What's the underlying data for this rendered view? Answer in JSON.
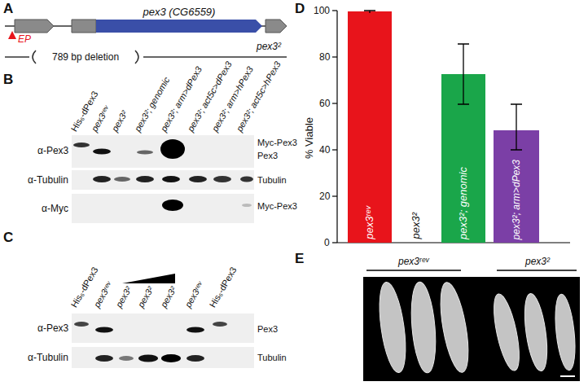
{
  "diagram": {
    "nodes": [
      {
        "text": [
          "pex3 (CG6559)"
        ]
      },
      {
        "text": [
          "pex3ʳᵉᵛ"
        ]
      },
      {
        "text": [
          "pex3²; genomic"
        ]
      },
      {
        "text": [
          "pex3²; arm>dPex3"
        ]
      }
    ],
    "labels": [
      "A",
      "EP",
      "789 bp deletion",
      "pex3²",
      "B",
      "His₆-dPex3",
      "pex3ʳᵉᵛ",
      "pex3²",
      "pex3²; genomic",
      "pex3²; arm>dPex3",
      "pex3²; act5c>dPex3",
      "pex3²; arm>hPex3",
      "pex3²; act5c>hPex3",
      "α-Pex3",
      "α-Tubulin",
      "α-Myc",
      "Myc-Pex3",
      "Pex3",
      "Tubulin",
      "Myc-Pex3",
      "C",
      "His₆-dPex3",
      "pex3ʳᵉᵛ",
      "pex3²",
      "pex3²",
      "pex3²",
      "pex3ʳᵉᵛ",
      "His₆-dPex3",
      "α-Pex3",
      "α-Tubulin",
      "Pex3",
      "Tubulin",
      "D",
      "% Viable",
      "0",
      "20",
      "40",
      "60",
      "80",
      "100",
      "pex3²",
      "E",
      "pex3ʳᵉᵛ",
      "pex3²"
    ]
  }
}
